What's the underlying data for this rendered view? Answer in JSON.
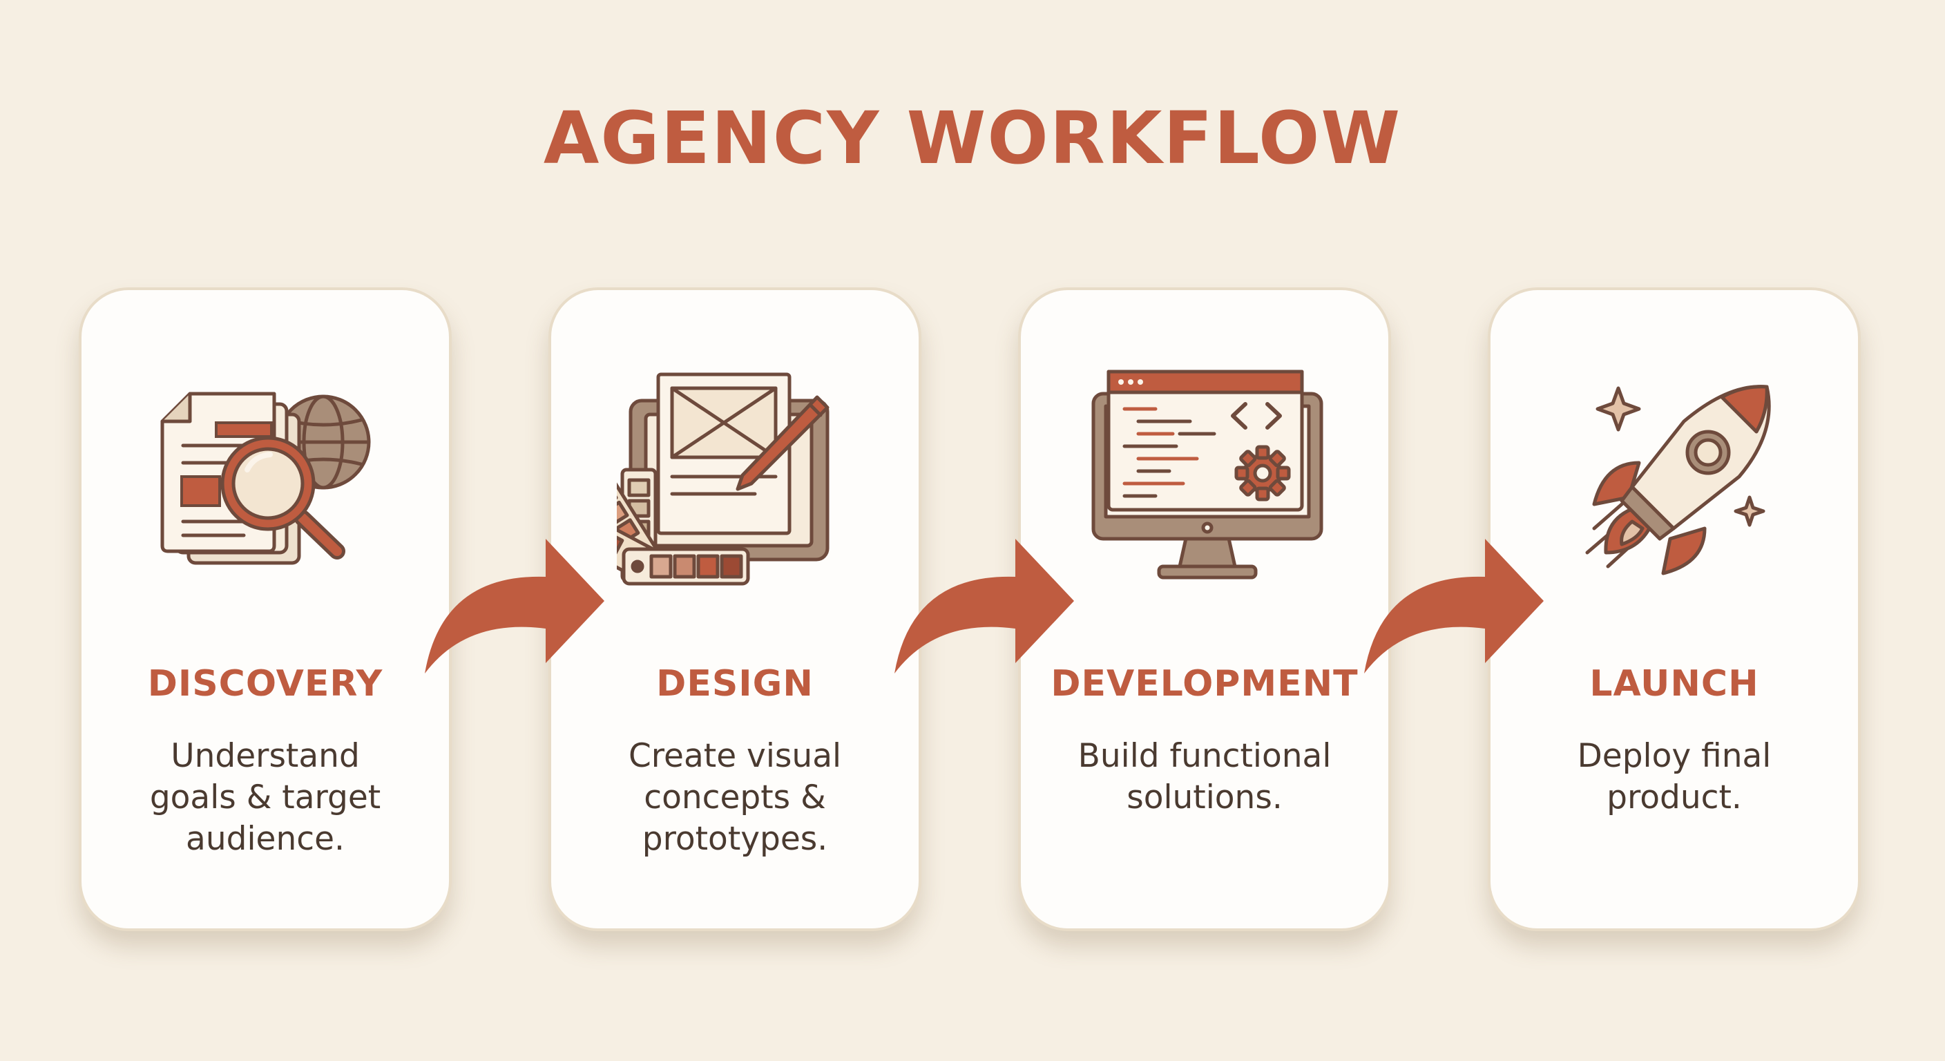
{
  "title": "AGENCY WORKFLOW",
  "colors": {
    "background": "#f6efe3",
    "accent": "#bf5c40",
    "card": "#fefdfb",
    "text": "#4a3a30",
    "icon_outline": "#6e4a3c",
    "icon_tan": "#a98e79",
    "icon_cream": "#f3e5d1"
  },
  "steps": [
    {
      "title": "DISCOVERY",
      "desc_lines": [
        "Understand",
        "goals & target",
        "audience."
      ],
      "icon": "magnifier-documents-globe-icon"
    },
    {
      "title": "DESIGN",
      "desc_lines": [
        "Create visual",
        "concepts &",
        "prototypes."
      ],
      "icon": "swatch-wireframe-pencil-icon"
    },
    {
      "title": "DEVELOPMENT",
      "desc_lines": [
        "Build functional",
        "solutions."
      ],
      "icon": "monitor-code-gear-icon"
    },
    {
      "title": "LAUNCH",
      "desc_lines": [
        "Deploy final",
        "product."
      ],
      "icon": "rocket-icon"
    }
  ],
  "connectors": [
    "curved-arrow-icon",
    "curved-arrow-icon",
    "curved-arrow-icon"
  ]
}
